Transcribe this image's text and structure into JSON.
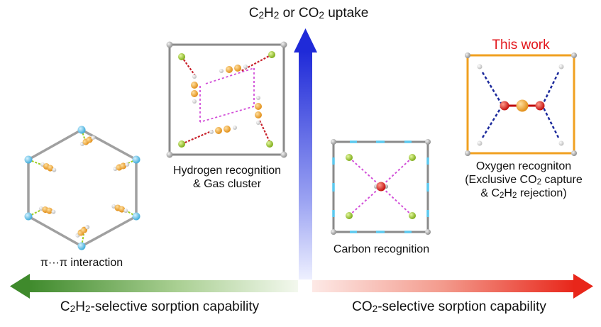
{
  "labels": {
    "uptake": "C2H2 or CO2 uptake",
    "this_work": "This work",
    "pi_pi": "π···π interaction",
    "hydrogen_line1": "Hydrogen recognition",
    "hydrogen_line2": "& Gas cluster",
    "carbon": "Carbon recognition",
    "oxygen_line1": "Oxygen recogniton",
    "oxygen_line2": "(Exclusive CO2 capture",
    "oxygen_line3": "& C2H2 rejection)",
    "c2h2_selective": "C2H2-selective sorption capability",
    "co2_selective": "CO2-selective sorption capability"
  },
  "colors": {
    "this_work": "#e2141a",
    "green_arrow": "#3f8a2c",
    "red_arrow": "#e8261a",
    "blue_arrow": "#1f2ad8",
    "orange_frame": "#f0a020",
    "gray_frame": "#7a7a7a",
    "node_blue": "#5bc8ee",
    "node_green": "#9ccc1e",
    "magenta_dash": "#d24fd8",
    "red_dash": "#c8202a",
    "navy_dash": "#1c2a9c",
    "atom_orange": "#f09a1a",
    "atom_red": "#e01010"
  }
}
